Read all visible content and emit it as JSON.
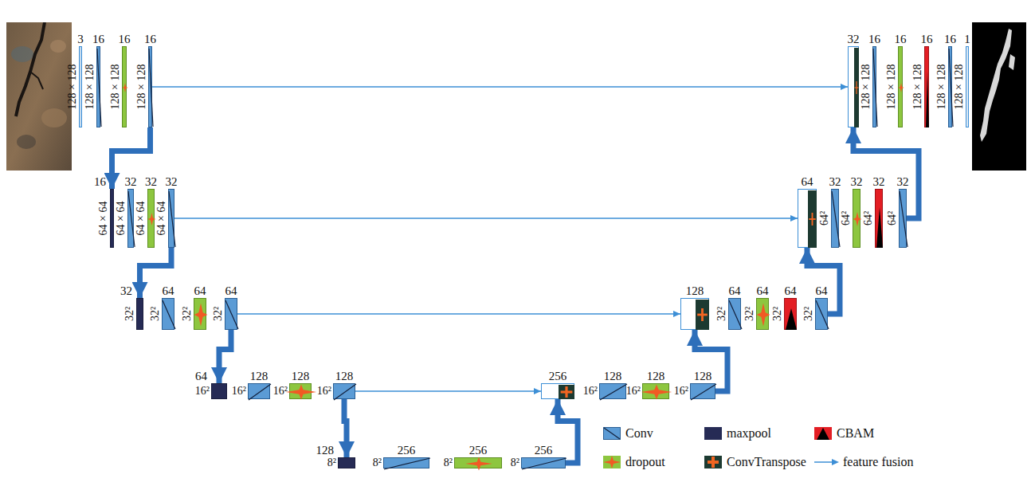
{
  "diagram": {
    "nodes": [
      {
        "text": [
          "3",
          "128 × 128"
        ]
      },
      {
        "text": [
          "16",
          "128 × 128"
        ]
      },
      {
        "text": [
          "16",
          "128 × 128"
        ]
      },
      {
        "text": [
          "16",
          "128 × 128"
        ]
      },
      {
        "text": [
          "16",
          "64 × 64"
        ]
      },
      {
        "text": [
          "32",
          "64 × 64"
        ]
      },
      {
        "text": [
          "32",
          "64 × 64"
        ]
      },
      {
        "text": [
          "32",
          "64 × 64"
        ]
      },
      {
        "text": [
          "32",
          "32²"
        ]
      },
      {
        "text": [
          "64",
          "32²"
        ]
      },
      {
        "text": [
          "64",
          "32²"
        ]
      },
      {
        "text": [
          "64",
          "32²"
        ]
      },
      {
        "text": [
          "64",
          "16²"
        ]
      },
      {
        "text": [
          "128",
          "16²"
        ]
      },
      {
        "text": [
          "128",
          "16²"
        ]
      },
      {
        "text": [
          "128",
          "16²"
        ]
      },
      {
        "text": [
          "128",
          "8²"
        ]
      },
      {
        "text": [
          "256",
          "8²"
        ]
      },
      {
        "text": [
          "256",
          "8²"
        ]
      },
      {
        "text": [
          "256",
          "8²"
        ]
      },
      {
        "text": [
          "256"
        ]
      },
      {
        "text": [
          "128",
          "16²"
        ]
      },
      {
        "text": [
          "128",
          "16²"
        ]
      },
      {
        "text": [
          "128",
          "16²"
        ]
      },
      {
        "text": [
          "128"
        ]
      },
      {
        "text": [
          "64",
          "32²"
        ]
      },
      {
        "text": [
          "64",
          "32²"
        ]
      },
      {
        "text": [
          "64",
          "32²"
        ]
      },
      {
        "text": [
          "64",
          "32²"
        ]
      },
      {
        "text": [
          "64"
        ]
      },
      {
        "text": [
          "32",
          "64²"
        ]
      },
      {
        "text": [
          "32",
          "64²"
        ]
      },
      {
        "text": [
          "32",
          "64²"
        ]
      },
      {
        "text": [
          "32",
          "64²"
        ]
      },
      {
        "text": [
          "32"
        ]
      },
      {
        "text": [
          "16",
          "128 × 128"
        ]
      },
      {
        "text": [
          "16",
          "128 × 128"
        ]
      },
      {
        "text": [
          "16",
          "128 × 128"
        ]
      },
      {
        "text": [
          "16",
          "128 × 128"
        ]
      },
      {
        "text": [
          "1",
          "128 × 128"
        ]
      }
    ],
    "edges": [
      {
        "from": 3,
        "to": 34,
        "arrow": "to"
      },
      {
        "from": 7,
        "to": 29,
        "arrow": "to"
      },
      {
        "from": 11,
        "to": 24,
        "arrow": "to"
      },
      {
        "from": 15,
        "to": 20,
        "arrow": "to"
      },
      {
        "from": 3,
        "to": 4,
        "arrow": "to"
      },
      {
        "from": 7,
        "to": 8,
        "arrow": "to"
      },
      {
        "from": 11,
        "to": 12,
        "arrow": "to"
      },
      {
        "from": 15,
        "to": 16,
        "arrow": "to"
      },
      {
        "from": 19,
        "to": 20,
        "arrow": "to"
      },
      {
        "from": 23,
        "to": 24,
        "arrow": "to"
      },
      {
        "from": 28,
        "to": 29,
        "arrow": "to"
      },
      {
        "from": 33,
        "to": 34,
        "arrow": "to"
      }
    ],
    "legend": [
      {
        "text": "Conv"
      },
      {
        "text": "maxpool",
        "color": "#262b55"
      },
      {
        "text": "CBAM"
      },
      {
        "text": "dropout"
      },
      {
        "text": "ConvTranspose"
      },
      {
        "text": "feature fusion"
      }
    ]
  }
}
